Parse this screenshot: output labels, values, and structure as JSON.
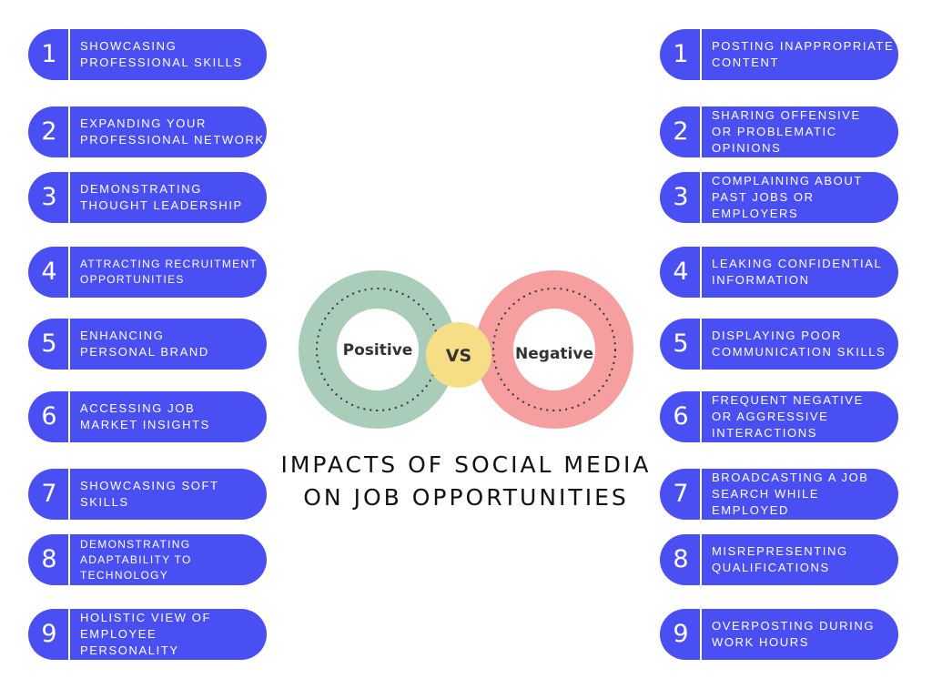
{
  "colors": {
    "pill": "#4a4ff4",
    "positive_ring": "#a9cdb9",
    "negative_ring": "#f59fa0",
    "vs_circle": "#f6de87",
    "text_dark": "#333333"
  },
  "diagram": {
    "positive_label": "Positive",
    "negative_label": "Negative",
    "vs_label": "VS",
    "title": "IMPACTS OF SOCIAL MEDIA\nON JOB OPPORTUNITIES"
  },
  "positive": [
    {
      "num": "1",
      "text": "SHOWCASING\nPROFESSIONAL SKILLS"
    },
    {
      "num": "2",
      "text": "EXPANDING YOUR\nPROFESSIONAL NETWORK"
    },
    {
      "num": "3",
      "text": "DEMONSTRATING\nTHOUGHT LEADERSHIP"
    },
    {
      "num": "4",
      "text": "ATTRACTING RECRUITMENT\nOPPORTUNITIES"
    },
    {
      "num": "5",
      "text": "ENHANCING\nPERSONAL BRAND"
    },
    {
      "num": "6",
      "text": "ACCESSING JOB\nMARKET INSIGHTS"
    },
    {
      "num": "7",
      "text": "SHOWCASING SOFT\nSKILLS"
    },
    {
      "num": "8",
      "text": "DEMONSTRATING\nADAPTABILITY TO\nTECHNOLOGY"
    },
    {
      "num": "9",
      "text": "HOLISTIC VIEW OF\nEMPLOYEE\nPERSONALITY"
    }
  ],
  "negative": [
    {
      "num": "1",
      "text": "POSTING INAPPROPRIATE\nCONTENT"
    },
    {
      "num": "2",
      "text": "SHARING OFFENSIVE\nOR PROBLEMATIC\nOPINIONS"
    },
    {
      "num": "3",
      "text": "COMPLAINING ABOUT\nPAST JOBS OR\nEMPLOYERS"
    },
    {
      "num": "4",
      "text": "LEAKING CONFIDENTIAL\nINFORMATION"
    },
    {
      "num": "5",
      "text": "DISPLAYING POOR\nCOMMUNICATION SKILLS"
    },
    {
      "num": "6",
      "text": "FREQUENT NEGATIVE\nOR AGGRESSIVE\nINTERACTIONS"
    },
    {
      "num": "7",
      "text": "BROADCASTING A JOB\nSEARCH WHILE\nEMPLOYED"
    },
    {
      "num": "8",
      "text": "MISREPRESENTING\nQUALIFICATIONS"
    },
    {
      "num": "9",
      "text": "OVERPOSTING DURING\nWORK HOURS"
    }
  ]
}
